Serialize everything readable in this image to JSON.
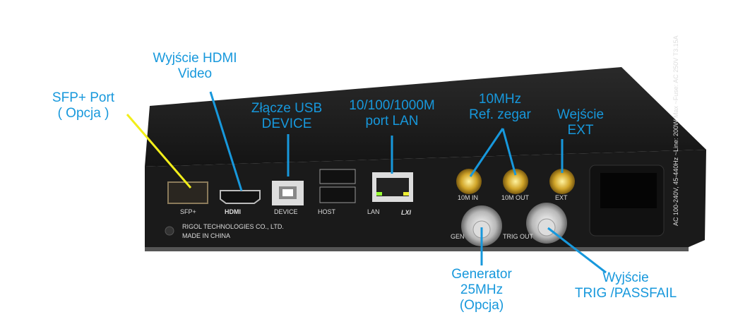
{
  "callouts": {
    "sfp": {
      "line1": "SFP+ Port",
      "line2": "( Opcja )"
    },
    "hdmi": {
      "line1": "Wyjście HDMI",
      "line2": "Video"
    },
    "usb": {
      "line1": "Złącze USB",
      "line2": "DEVICE"
    },
    "lan": {
      "line1": "10/100/1000M",
      "line2": "port LAN"
    },
    "ref": {
      "line1": "10MHz",
      "line2": "Ref. zegar"
    },
    "ext": {
      "line1": "Wejście",
      "line2": "EXT"
    },
    "gen": {
      "line1": "Generator",
      "line2": "25MHz",
      "line3": "(Opcja)"
    },
    "trig": {
      "line1": "Wyjście",
      "line2": "TRIG /PASSFAIL"
    }
  },
  "panel_labels": {
    "sfp": "SFP+",
    "hdmi": "HDMI",
    "device": "DEVICE",
    "host": "HOST",
    "lan": "LAN",
    "lxi": "LXI",
    "m10in": "10M IN",
    "m10out": "10M OUT",
    "ext": "EXT",
    "gen": "GEN",
    "trigout": "TRIG OUT",
    "maker": "RIGOL TECHNOLOGIES CO., LTD.",
    "origin": "MADE IN CHINA",
    "power": "AC 100-240V, 45-440Hz ~Line: 200W Max ~Fuse: AC 250V T3.15A"
  },
  "colors": {
    "callout": "#1798dc",
    "sfp_line": "#f2ee1a",
    "body": "#1c1c1c"
  }
}
